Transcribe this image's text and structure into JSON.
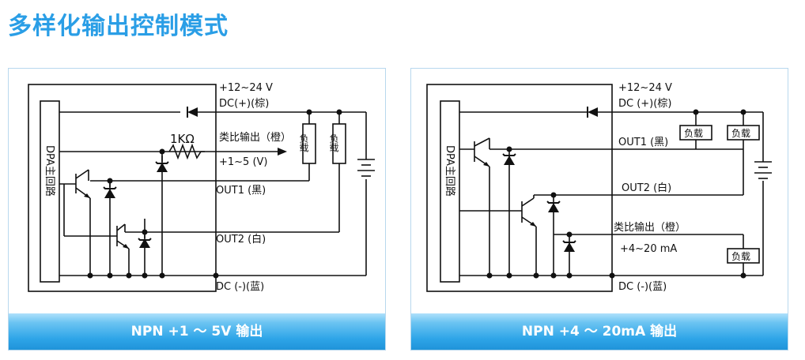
{
  "title": "多样化输出控制模式",
  "left": {
    "footer": "NPN +1 ～ 5V 输出",
    "module_label": "DPA主回路",
    "supply_voltage": "+12~24 V",
    "dc_plus": "DC(+)(棕)",
    "resistor": "1KΩ",
    "analog_label": "类比输出（橙）",
    "analog_range": "+1~5 (V)",
    "out1": "OUT1 (黑)",
    "out2": "OUT2 (白)",
    "dc_minus": "DC (-)(蓝)",
    "load_1": "负载",
    "load_2": "负载"
  },
  "right": {
    "footer": "NPN +4 ～ 20mA 输出",
    "module_label": "DPA主回路",
    "supply_voltage": "+12~24 V",
    "dc_plus": "DC (+)(棕)",
    "out1": "OUT1 (黑)",
    "out2": "OUT2 (白)",
    "analog_label": "类比输出（橙）",
    "analog_range": "+4~20 mA",
    "dc_minus": "DC (-)(蓝)",
    "load_1": "负载",
    "load_2": "负载",
    "load_3": "负载"
  }
}
